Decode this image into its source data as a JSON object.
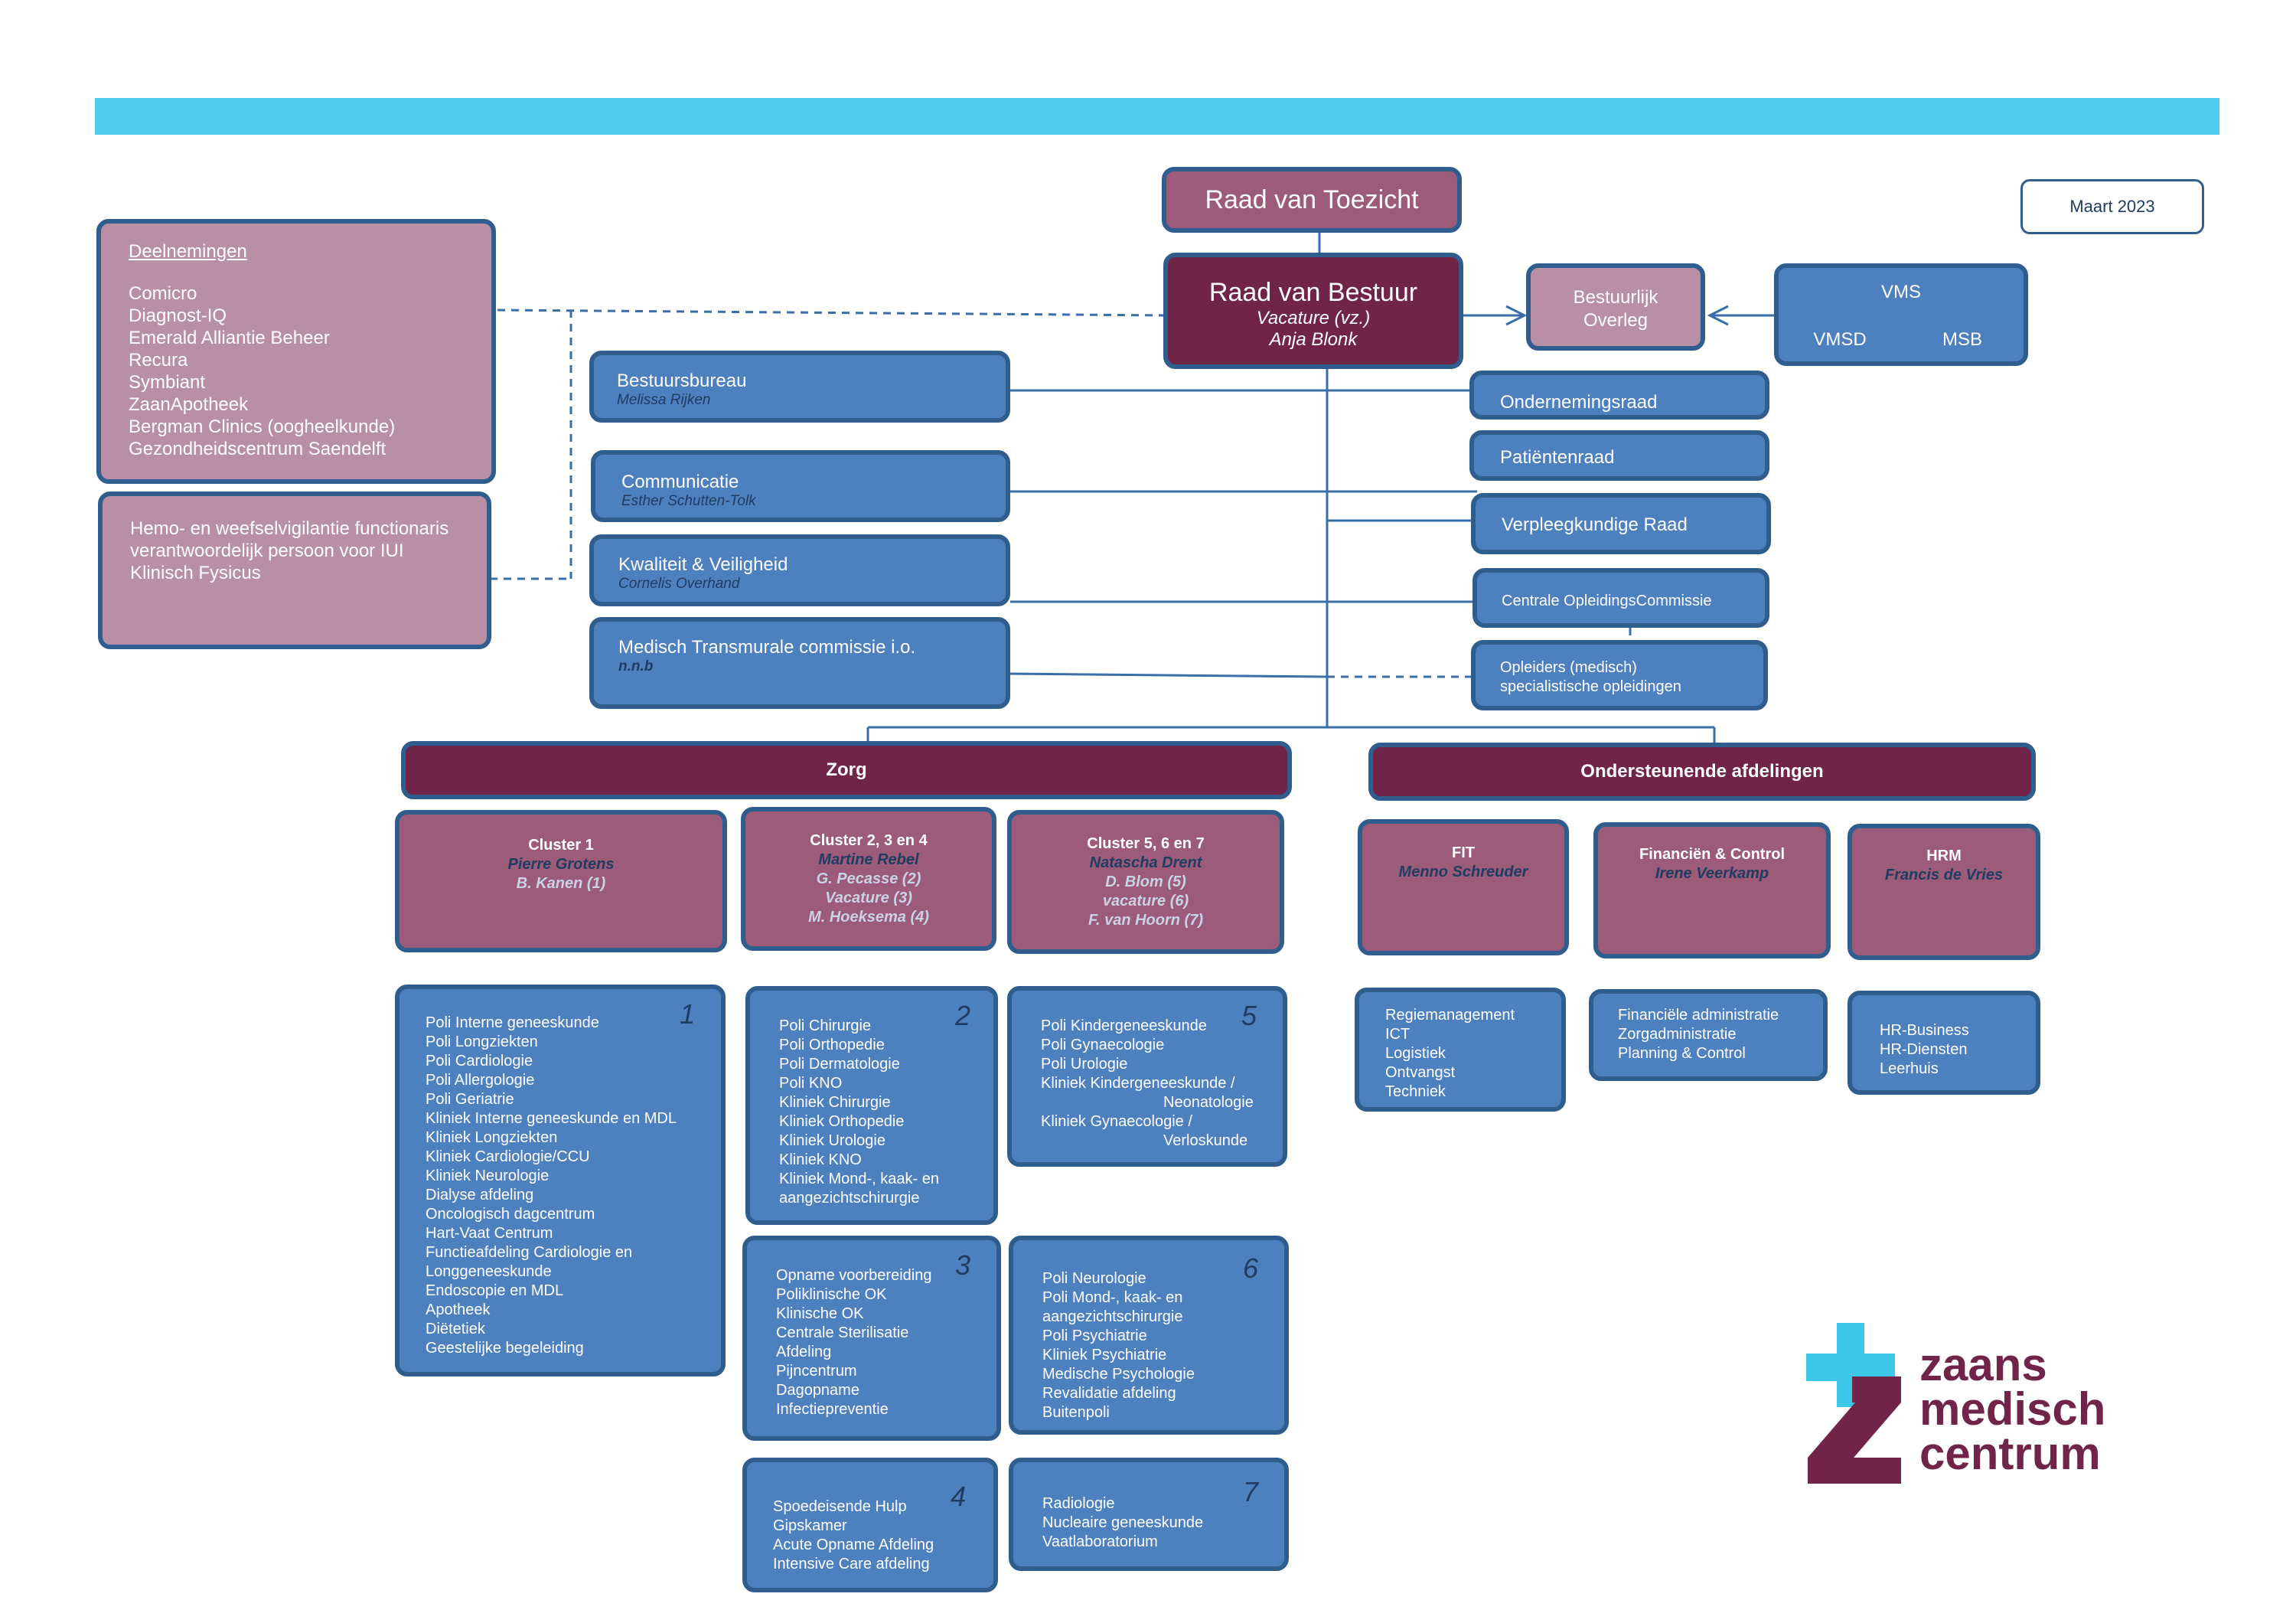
{
  "date_label": "Maart 2023",
  "raad_toezicht": "Raad van Toezicht",
  "raad_bestuur": {
    "title": "Raad van Bestuur",
    "line1": "Vacature (vz.)",
    "line2": "Anja Blonk"
  },
  "bestuurlijk_overleg": {
    "line1": "Bestuurlijk",
    "line2": "Overleg"
  },
  "vms": {
    "title": "VMS",
    "left": "VMSD",
    "right": "MSB"
  },
  "deelnemingen": {
    "title": "Deelnemingen",
    "items": [
      "Comicro",
      "Diagnost-IQ",
      "Emerald Alliantie Beheer",
      "Recura",
      "Symbiant",
      "ZaanApotheek",
      "Bergman Clinics (oogheelkunde)",
      "Gezondheidscentrum Saendelft"
    ]
  },
  "functionarissen": [
    "Hemo- en weefselvigilantie functionaris",
    "verantwoordelijk persoon voor IUI",
    "Klinisch Fysicus"
  ],
  "staff_left": [
    {
      "title": "Bestuursbureau",
      "name": "Melissa Rijken"
    },
    {
      "title": "Communicatie",
      "name": "Esther Schutten-Tolk"
    },
    {
      "title": "Kwaliteit & Veiligheid",
      "name": "Cornelis Overhand"
    },
    {
      "title": "Medisch Transmurale commissie i.o.",
      "name": "n.n.b"
    }
  ],
  "staff_right": [
    "Ondernemingsraad",
    "Patiëntenraad",
    "Verpleegkundige Raad",
    "Centrale OpleidingsCommissie"
  ],
  "opleiders": {
    "line1": "Opleiders (medisch)",
    "line2": "specialistische opleidingen"
  },
  "zorg": "Zorg",
  "ondersteunend": "Ondersteunende afdelingen",
  "clusters": [
    {
      "title": "Cluster 1",
      "head": "Pierre Grotens",
      "subs": [
        "B. Kanen  (1)"
      ]
    },
    {
      "title": "Cluster 2, 3 en 4",
      "head": "Martine Rebel",
      "subs": [
        "G. Pecasse  (2)",
        "Vacature  (3)",
        "M. Hoeksema  (4)"
      ]
    },
    {
      "title": "Cluster 5, 6 en 7",
      "head": "Natascha Drent",
      "subs": [
        "D. Blom (5)",
        "vacature (6)",
        "F. van Hoorn (7)"
      ]
    }
  ],
  "support": [
    {
      "title": "FIT",
      "head": "Menno Schreuder",
      "items": [
        "Regiemanagement",
        "ICT",
        "Logistiek",
        "Ontvangst",
        "Techniek"
      ]
    },
    {
      "title": "Financiën & Control",
      "head": "Irene Veerkamp",
      "items": [
        "Financiële administratie",
        "Zorgadministratie",
        "Planning & Control"
      ]
    },
    {
      "title": "HRM",
      "head": "Francis de Vries",
      "items": [
        "HR-Business",
        "HR-Diensten",
        "Leerhuis"
      ]
    }
  ],
  "units": [
    {
      "num": "1",
      "items": [
        "Poli Interne geneeskunde",
        "Poli Longziekten",
        "Poli Cardiologie",
        "Poli Allergologie",
        "Poli Geriatrie",
        "Kliniek Interne geneeskunde en MDL",
        "Kliniek Longziekten",
        "Kliniek Cardiologie/CCU",
        "Kliniek Neurologie",
        "Dialyse afdeling",
        "Oncologisch dagcentrum",
        "Hart-Vaat Centrum",
        "Functieafdeling Cardiologie en",
        "Longgeneeskunde",
        "Endoscopie en MDL",
        "Apotheek",
        "Diëtetiek",
        "Geestelijke begeleiding"
      ]
    },
    {
      "num": "2",
      "items": [
        "Poli Chirurgie",
        "Poli Orthopedie",
        "Poli Dermatologie",
        "Poli KNO",
        "Kliniek Chirurgie",
        "Kliniek Orthopedie",
        "Kliniek Urologie",
        "Kliniek KNO",
        "Kliniek Mond-, kaak- en",
        "aangezichtschirurgie"
      ]
    },
    {
      "num": "3",
      "items": [
        "Opname voorbereiding",
        "Poliklinische OK",
        "Klinische OK",
        "Centrale Sterilisatie",
        "Afdeling",
        "Pijncentrum",
        "Dagopname",
        "Infectiepreventie"
      ]
    },
    {
      "num": "4",
      "items": [
        "Spoedeisende Hulp",
        "Gipskamer",
        "Acute Opname Afdeling",
        "Intensive Care afdeling"
      ]
    },
    {
      "num": "5",
      "items": [
        "Poli Kindergeneeskunde",
        "Poli Gynaecologie",
        "Poli Urologie",
        "Kliniek Kindergeneeskunde /",
        "Neonatologie",
        "Kliniek Gynaecologie /",
        "Verloskunde"
      ]
    },
    {
      "num": "6",
      "items": [
        "Poli Neurologie",
        "Poli Mond-, kaak- en",
        "aangezichtschirurgie",
        "Poli Psychiatrie",
        "Kliniek Psychiatrie",
        "Medische Psychologie",
        "Revalidatie afdeling",
        "Buitenpoli"
      ]
    },
    {
      "num": "7",
      "items": [
        "Radiologie",
        "Nucleaire geneeskunde",
        "Vaatlaboratorium"
      ]
    }
  ],
  "logo": {
    "line1": "zaans",
    "line2": "medisch",
    "line3": "centrum"
  },
  "colors": {
    "topbar": "#52ccee",
    "box_blue": "#4d80bf",
    "plum": "#6f2448",
    "mauve": "#9c5b78",
    "pink": "#b88fa4",
    "logo_cyan": "#3cc8e6"
  }
}
